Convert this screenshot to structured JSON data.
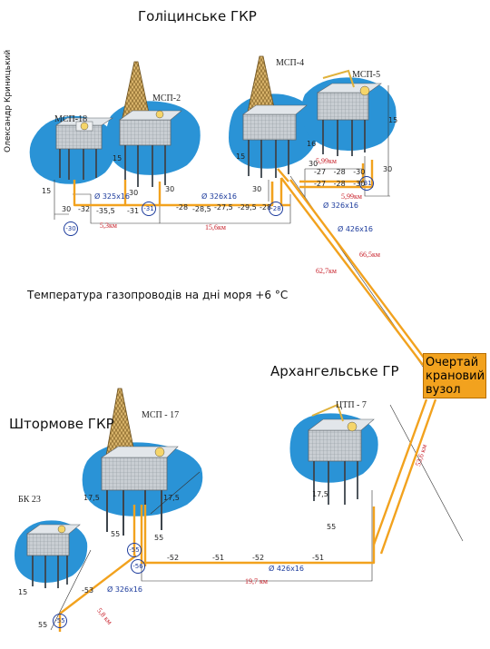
{
  "fields": {
    "golitsyn": "Голіцинське  ГКР",
    "arkhangelsk": "Архангельське  ГР",
    "shtormove": "Штормове  ГКР"
  },
  "author": "Олександр Криницький",
  "temperature_note": "Температура  газопроводів  на  дні  моря  +6 °C",
  "crane_node": [
    "Очертай",
    "крановий",
    "вузол"
  ],
  "platforms": {
    "msp18": "МСП-18",
    "msp2": "МСП-2",
    "msp4": "МСП-4",
    "msp5": "МСП-5",
    "msp17": "МСП - 17",
    "ctp7": "ЦТП - 7",
    "bk23": "БК 23"
  },
  "top_pipeline": {
    "temps": [
      "-32",
      "-35,5",
      "-31",
      "-28",
      "-28,5",
      "-27,5",
      "-29,5",
      "-28"
    ],
    "circle_temps": [
      "-30",
      "-31",
      "-28"
    ],
    "diam_1": "Ø 325х16",
    "diam_2": "Ø 326х16",
    "diam_3": "Ø 326х16",
    "diam_4": "Ø 426х16",
    "dist_1": "5,3км",
    "dist_2": "15,6км",
    "dist_3": "5,99км",
    "dist_4": "5,99км",
    "dist_5": "66,5км",
    "dist_6": "62,7км",
    "msp5_row1": [
      "-27",
      "-28",
      "-30"
    ],
    "msp5_row2": [
      "-27",
      "-28",
      "-30"
    ],
    "msp5_circle": "-31",
    "heights": [
      "15",
      "30",
      "15",
      "30",
      "30",
      "30",
      "15",
      "16",
      "30",
      "15",
      "30"
    ]
  },
  "bottom_pipeline": {
    "temps": [
      "-52",
      "-51",
      "-52",
      "-51",
      "-53"
    ],
    "circle_temps": [
      "-55",
      "-56",
      "-55"
    ],
    "diam_1": "Ø  426х16",
    "diam_2": "Ø  326х16",
    "dist_1": "19,7 км",
    "dist_2": "5,8 км",
    "dist_3": "53,6 км",
    "heights": [
      "17,5",
      "17,5",
      "17,5",
      "55",
      "55",
      "55",
      "55",
      "15"
    ]
  },
  "colors": {
    "pipe": "#f2a21e",
    "sea": "#2a93d6",
    "platform": "#9aa3ad",
    "tower": "#c79a45",
    "dim_line": "#333333"
  }
}
